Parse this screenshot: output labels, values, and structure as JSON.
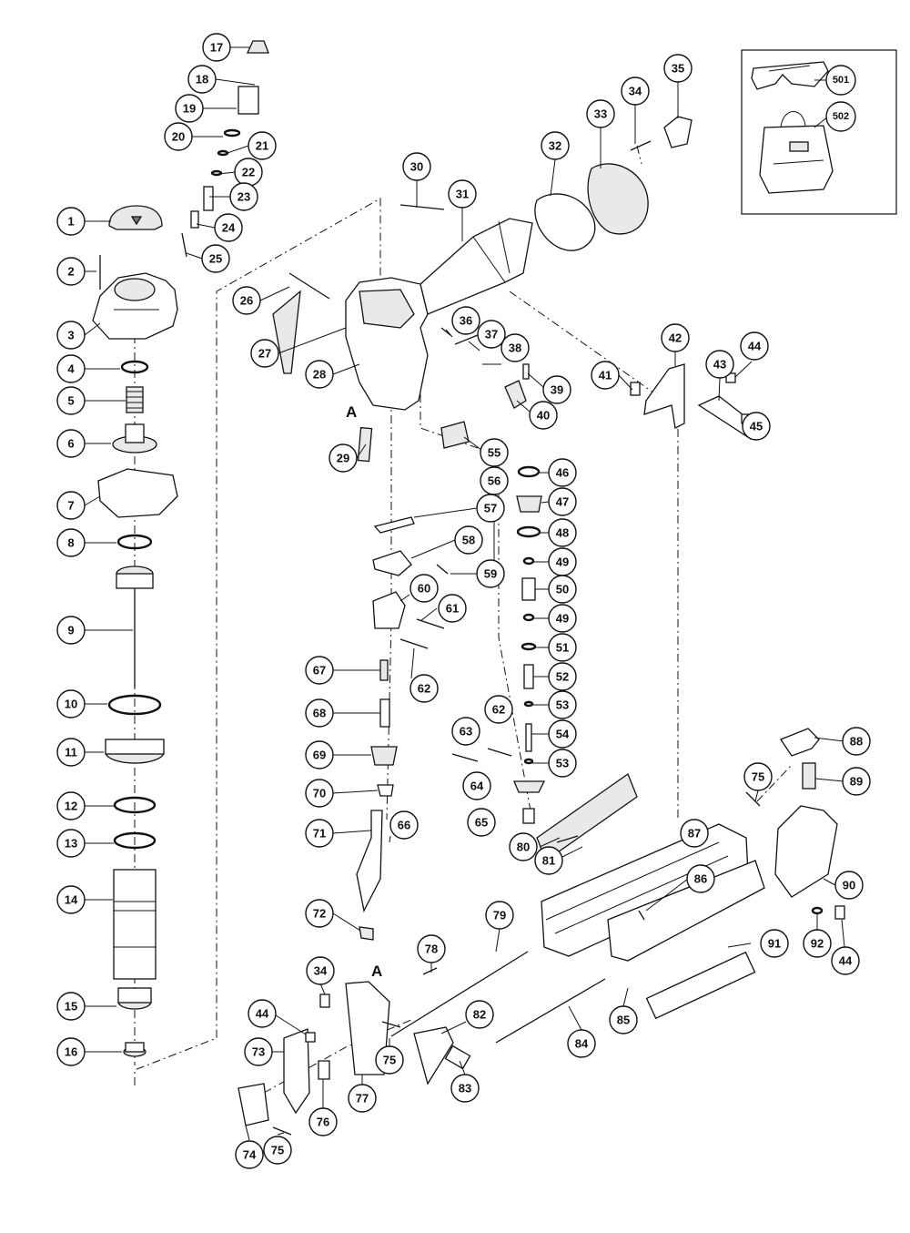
{
  "section_marks": [
    "A",
    "A"
  ],
  "callouts": [
    "1",
    "2",
    "3",
    "4",
    "5",
    "6",
    "7",
    "8",
    "9",
    "10",
    "11",
    "12",
    "13",
    "14",
    "15",
    "16",
    "17",
    "18",
    "19",
    "20",
    "21",
    "22",
    "23",
    "24",
    "25",
    "26",
    "27",
    "28",
    "29",
    "30",
    "31",
    "32",
    "33",
    "34",
    "35",
    "36",
    "37",
    "38",
    "39",
    "40",
    "41",
    "42",
    "43",
    "44",
    "45",
    "46",
    "47",
    "48",
    "49",
    "50",
    "49",
    "51",
    "52",
    "53",
    "54",
    "53",
    "55",
    "56",
    "57",
    "58",
    "59",
    "60",
    "61",
    "62",
    "62",
    "63",
    "64",
    "65",
    "66",
    "67",
    "68",
    "69",
    "70",
    "71",
    "72",
    "34",
    "44",
    "73",
    "74",
    "75",
    "75",
    "76",
    "77",
    "78",
    "79",
    "80",
    "81",
    "82",
    "83",
    "84",
    "85",
    "86",
    "87",
    "88",
    "89",
    "75",
    "90",
    "91",
    "92",
    "44",
    "501",
    "502"
  ]
}
